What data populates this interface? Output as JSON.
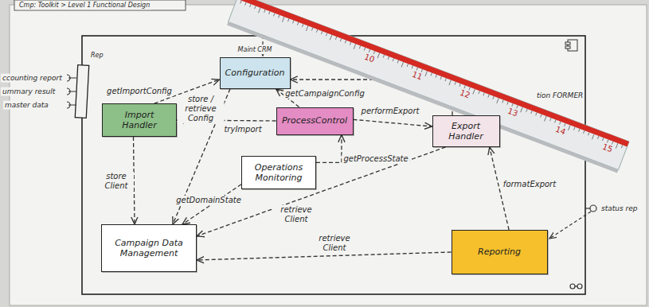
{
  "diagram": {
    "nodes": [
      {
        "text": [
          "Configuration"
        ]
      },
      {
        "text": [
          "Import Handler"
        ]
      },
      {
        "text": [
          "ProcessControl"
        ]
      },
      {
        "text": [
          "Export Handler"
        ]
      },
      {
        "text": [
          "Operations Monitoring"
        ]
      },
      {
        "text": [
          "Campaign Data Management"
        ]
      },
      {
        "text": [
          "Reporting"
        ]
      }
    ],
    "edges": [
      {
        "from": 1,
        "to": 0,
        "label": "getImportConfig",
        "arrow": "to"
      },
      {
        "from": 2,
        "to": 0,
        "label": "getCampaignConfig",
        "arrow": "to"
      },
      {
        "from": 0,
        "to": 5,
        "label": "store / retrieve Config",
        "arrow": "to"
      },
      {
        "from": 2,
        "to": 1,
        "label": "tryImport",
        "arrow": "to"
      },
      {
        "from": 2,
        "to": 3,
        "label": "performExport",
        "arrow": "to"
      },
      {
        "from": 4,
        "to": 2,
        "label": "getProcessState",
        "arrow": "to"
      },
      {
        "from": 4,
        "to": 5,
        "label": "getDomainState",
        "arrow": "to"
      },
      {
        "from": 1,
        "to": 5,
        "label": "store Client",
        "arrow": "to"
      },
      {
        "from": 3,
        "to": 5,
        "label": "retrieve Client",
        "arrow": "to"
      },
      {
        "from": 6,
        "to": 5,
        "label": "retrieve Client",
        "arrow": "to"
      },
      {
        "from": 6,
        "to": 3,
        "label": "formatExport",
        "arrow": "to"
      },
      {
        "from": 3,
        "to": 0,
        "arrow": "to"
      }
    ],
    "labels": [
      "Cmp: Toolkit > Level 1 Functional Design",
      "Maint CRM",
      "Rep",
      "ccounting report",
      "ummary result",
      "master data",
      "tion FORMER",
      "status rep",
      "10",
      "11",
      "12",
      "13",
      "14",
      "15"
    ]
  }
}
